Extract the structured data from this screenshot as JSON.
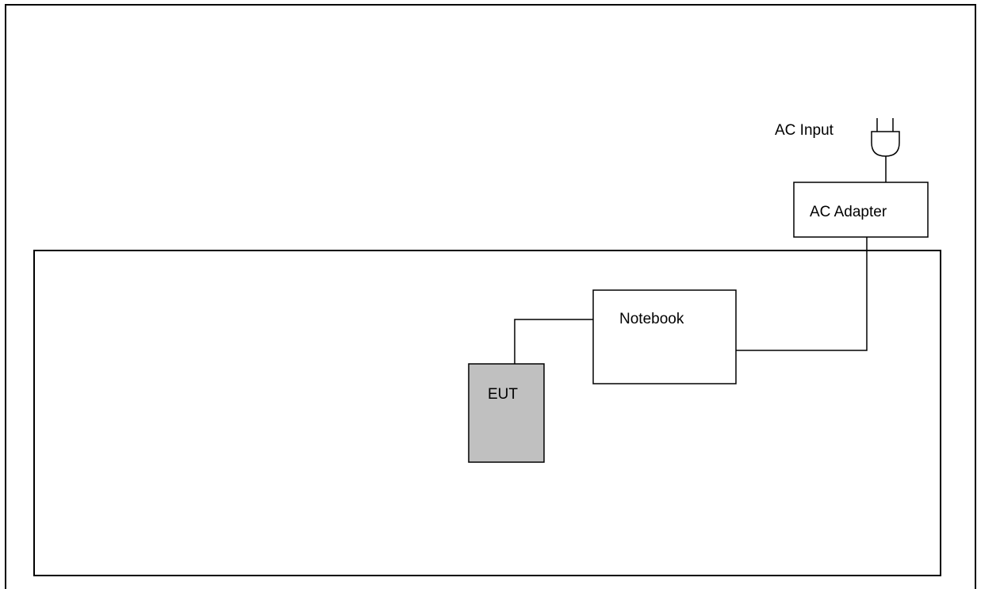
{
  "diagram": {
    "labels": {
      "ac_input": "AC Input",
      "ac_adapter": "AC Adapter",
      "notebook": "Notebook",
      "eut": "EUT"
    },
    "colors": {
      "line": "#000000",
      "eut_fill": "#c0c0c0",
      "background": "#ffffff"
    },
    "icons": {
      "power_plug": "ac-plug-icon"
    }
  }
}
